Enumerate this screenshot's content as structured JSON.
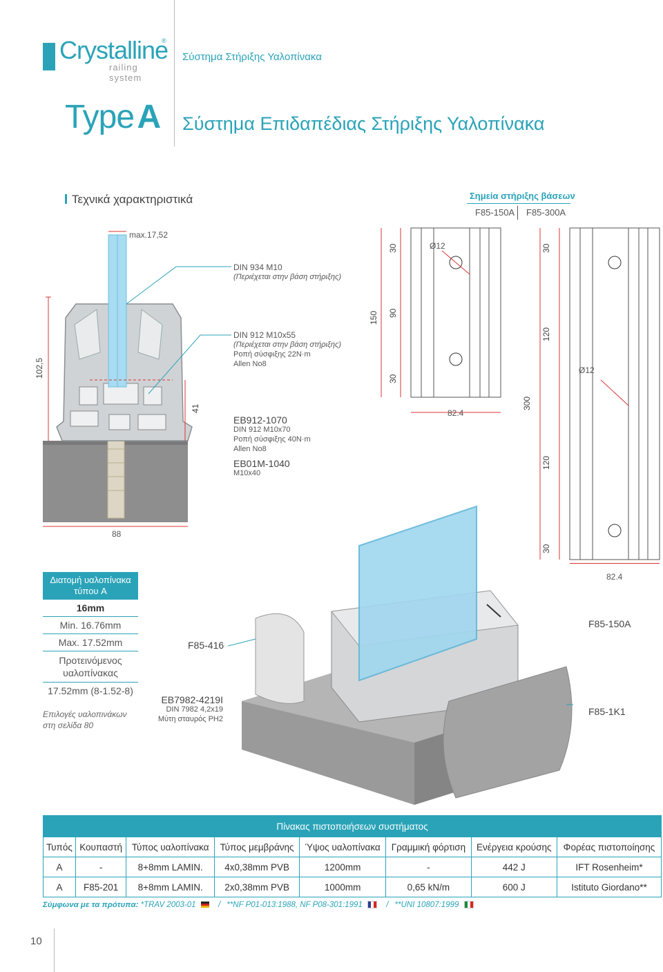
{
  "header": {
    "brand_main": "Crystalline",
    "brand_registered": "®",
    "brand_sub": "railing system",
    "section_title": "Σύστημα Στήριξης Υαλοπίνακα"
  },
  "title": {
    "type_word": "Type",
    "type_letter": "A",
    "subtitle": "Σύστημα Επιδαπέδιας Στήριξης Υαλοπίνακα"
  },
  "tech_heading": "Τεχνικά χαρακτηριστικά",
  "base_points": {
    "title": "Σημεία στήριξης βάσεων",
    "items": [
      "F85-150A",
      "F85-300A"
    ]
  },
  "section_drawing": {
    "max_label": "max.17,52",
    "height_label": "102,5",
    "width_label": "88",
    "inner_label": "41",
    "callout_1_title": "DIN 934 M10",
    "callout_1_note": "(Περιέχεται στην βάση στήριξης)",
    "callout_2_title": "DIN 912 M10x55",
    "callout_2_note": "(Περιέχεται στην βάση στήριξης)",
    "callout_2_torque": "Ροπή σύσφιξης 22N·m",
    "callout_2_key": "Allen No8",
    "callout_3_code": "EB912-1070",
    "callout_3_title": "DIN 912 M10x70",
    "callout_3_torque": "Ροπή σύσφιξης 40N·m",
    "callout_3_key": "Allen No8",
    "callout_4_code": "EB01M-1040",
    "callout_4_title": "M10x40"
  },
  "plan_150": {
    "d_top": "30",
    "d_hole": "Ø12",
    "d_150": "150",
    "d_90": "90",
    "d_bottom": "30",
    "d_width": "82.4"
  },
  "plan_300": {
    "d_top": "30",
    "d_120a": "120",
    "d_hole": "Ø12",
    "d_300": "300",
    "d_120b": "120",
    "d_bottom": "30",
    "d_width": "82.4"
  },
  "glass_info": {
    "title": "Διατομή υαλοπίνακα τύπου A",
    "nominal": "16mm",
    "min": "Min. 16.76mm",
    "max": "Max. 17.52mm",
    "recommended_label": "Προτεινόμενος υαλοπίνακας",
    "recommended_value": "17.52mm (8-1.52-8)",
    "options_note": "Επιλογές υαλοπινάκων στη σελίδα 80"
  },
  "iso_labels": {
    "cover": "F85-416",
    "screw_code": "EB7982-4219I",
    "screw_title": "DIN 7982 4,2x19",
    "screw_head": "Μύτη σταυρός PH2",
    "base": "F85-150A",
    "profile": "F85-1K1"
  },
  "cert_table": {
    "title": "Πίνακας πιστοποιήσεων συστήματος",
    "columns": [
      "Τυπός",
      "Κουπαστή",
      "Τύπος υαλοπίνακα",
      "Τύπος μεμβράνης",
      "Ύψος υαλοπίνακα",
      "Γραμμική φόρτιση",
      "Ενέργεια κρούσης",
      "Φορέας πιστοποίησης"
    ],
    "rows": [
      [
        "A",
        "-",
        "8+8mm LAMIN.",
        "4x0,38mm PVB",
        "1200mm",
        "-",
        "442 J",
        "IFT Rosenheim*"
      ],
      [
        "A",
        "F85-201",
        "8+8mm LAMIN.",
        "2x0,38mm PVB",
        "1000mm",
        "0,65 kN/m",
        "600 J",
        "Istituto Giordano**"
      ]
    ]
  },
  "standards": {
    "label": "Σύμφωνα με τα πρότυπα:",
    "s1": "*TRAV 2003-01",
    "sep": "/",
    "s2": "**NF P01-013:1988, NF P08-301:1991",
    "s3": "**UNI 10807:1999"
  },
  "page_number": "10",
  "colors": {
    "accent": "#2aa3b8",
    "glass": "#8fd0ee",
    "concrete": "#8c8c8c"
  }
}
